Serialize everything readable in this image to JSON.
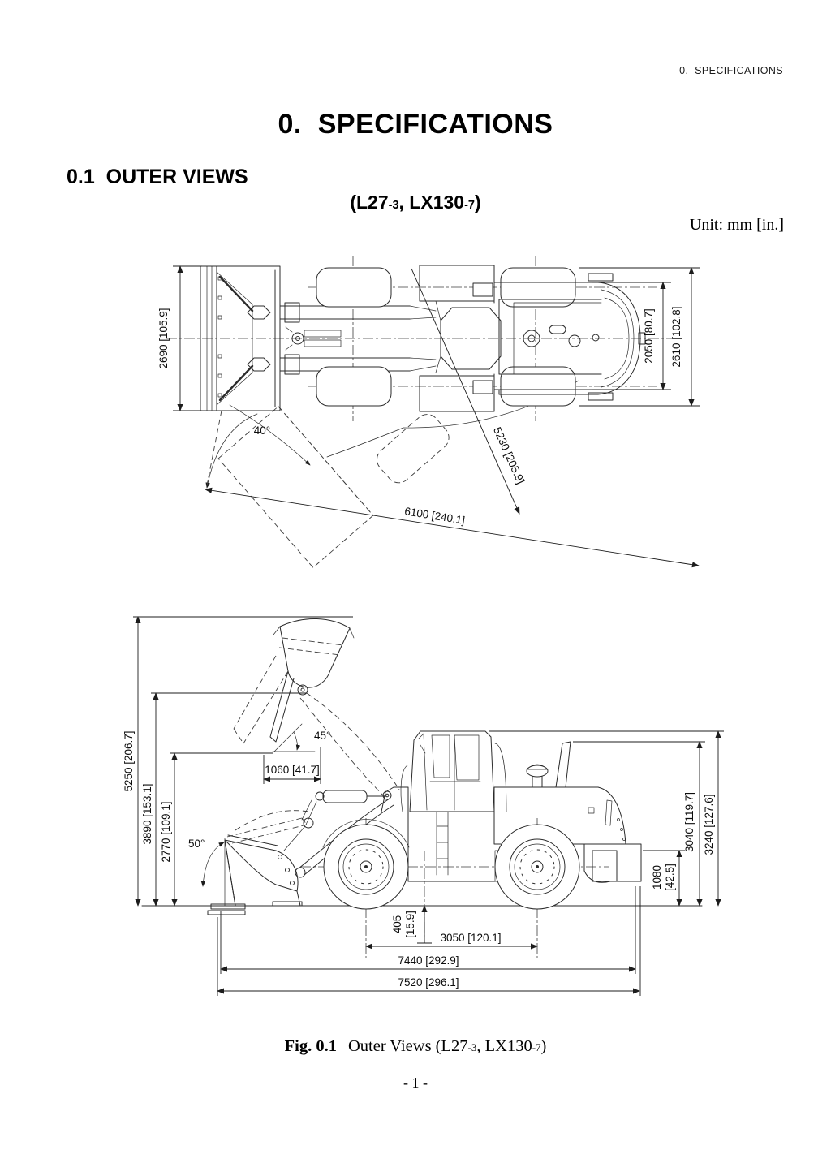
{
  "header": {
    "running_title": "0.  SPECIFICATIONS"
  },
  "title": "0.  SPECIFICATIONS",
  "section_heading": "0.1  OUTER VIEWS",
  "model_line": {
    "p1": "(L27",
    "sub1": "-3",
    "p2": ", LX130",
    "sub2": "-7",
    "p3": ")"
  },
  "unit_label": "Unit: mm [in.]",
  "top_view": {
    "dim_bucket_width": "2690 [105.9]",
    "dim_tread_width": "2050 [80.7]",
    "dim_overall_width": "2610 [102.8]",
    "articulation_angle": "40°",
    "dim_clearance_radius_inner": "5230 [205.9]",
    "dim_clearance_radius_outer": "6100 [240.1]"
  },
  "side_view": {
    "dim_overall_height_bucket_raised": "5250 [206.7]",
    "dim_hinge_pin_height": "3890 [153.1]",
    "dim_dump_clearance": "2770 [109.1]",
    "dump_angle": "45°",
    "rollback_angle": "50°",
    "dim_dump_reach": "1060 [41.7]",
    "dim_height_exhaust": "3040 [119.7]",
    "dim_overall_cab_height": "3240 [127.6]",
    "dim_rear_clearance_value": "1080",
    "dim_rear_clearance_inch": "[42.5]",
    "dim_ground_clearance_value": "405",
    "dim_ground_clearance_inch": "[15.9]",
    "dim_wheelbase": "3050 [120.1]",
    "dim_length_to_bumper": "7440 [292.9]",
    "dim_overall_length": "7520 [296.1]"
  },
  "caption": {
    "fig_label": "Fig. 0.1",
    "p1": "Outer Views (L27",
    "sub1": "-3",
    "p2": ", LX130",
    "sub2": "-7",
    "p3": ")"
  },
  "page_number": "- 1 -"
}
